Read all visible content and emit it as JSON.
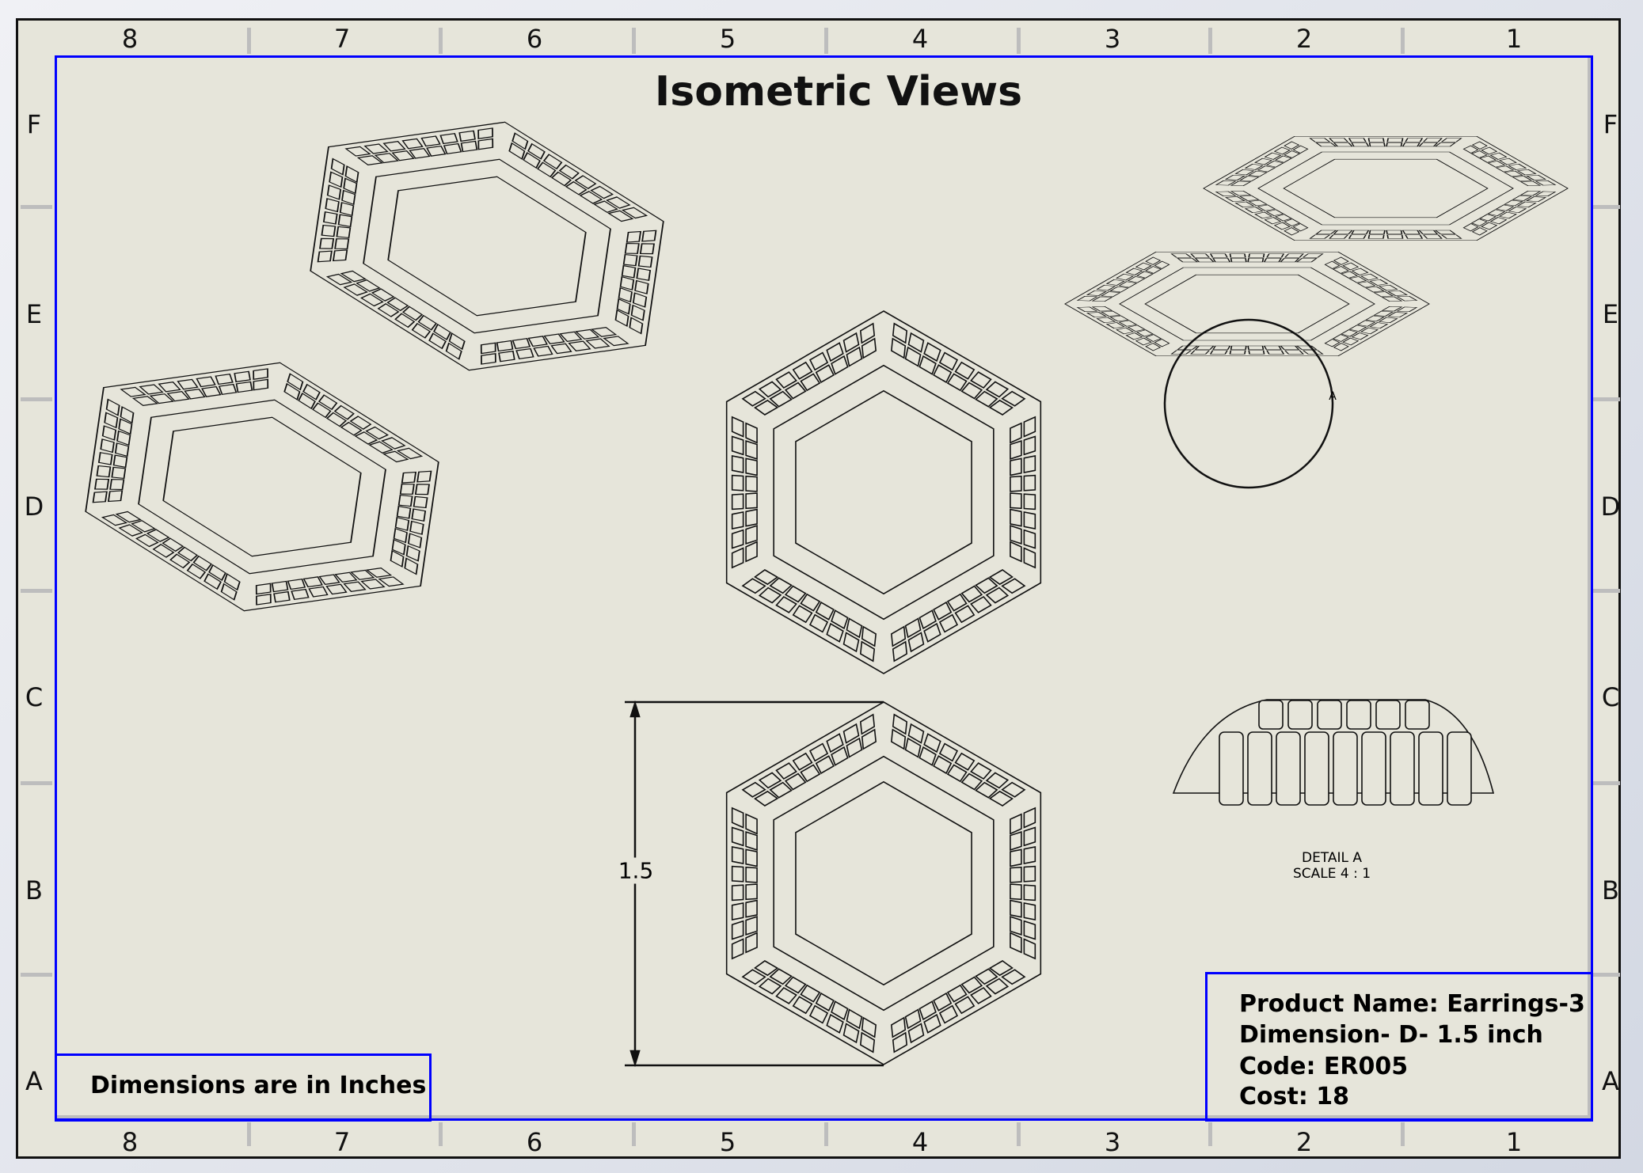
{
  "sheet": {
    "title": "Isometric Views",
    "columns": [
      "8",
      "7",
      "6",
      "5",
      "4",
      "3",
      "2",
      "1"
    ],
    "rows": [
      "F",
      "E",
      "D",
      "C",
      "B",
      "A"
    ],
    "note": "Dimensions are in Inches"
  },
  "dimension": {
    "value": "1.5"
  },
  "detail": {
    "label": "DETAIL A",
    "scale": "SCALE 4 : 1",
    "marker": "A"
  },
  "title_block": {
    "product_name": "Product Name: Earrings-3",
    "dimension": "Dimension- D- 1.5 inch",
    "code": "Code: ER005",
    "cost": "Cost: 18"
  },
  "colors": {
    "border": "#0000ff",
    "sheet": "#e6e5da",
    "line": "#111111"
  }
}
